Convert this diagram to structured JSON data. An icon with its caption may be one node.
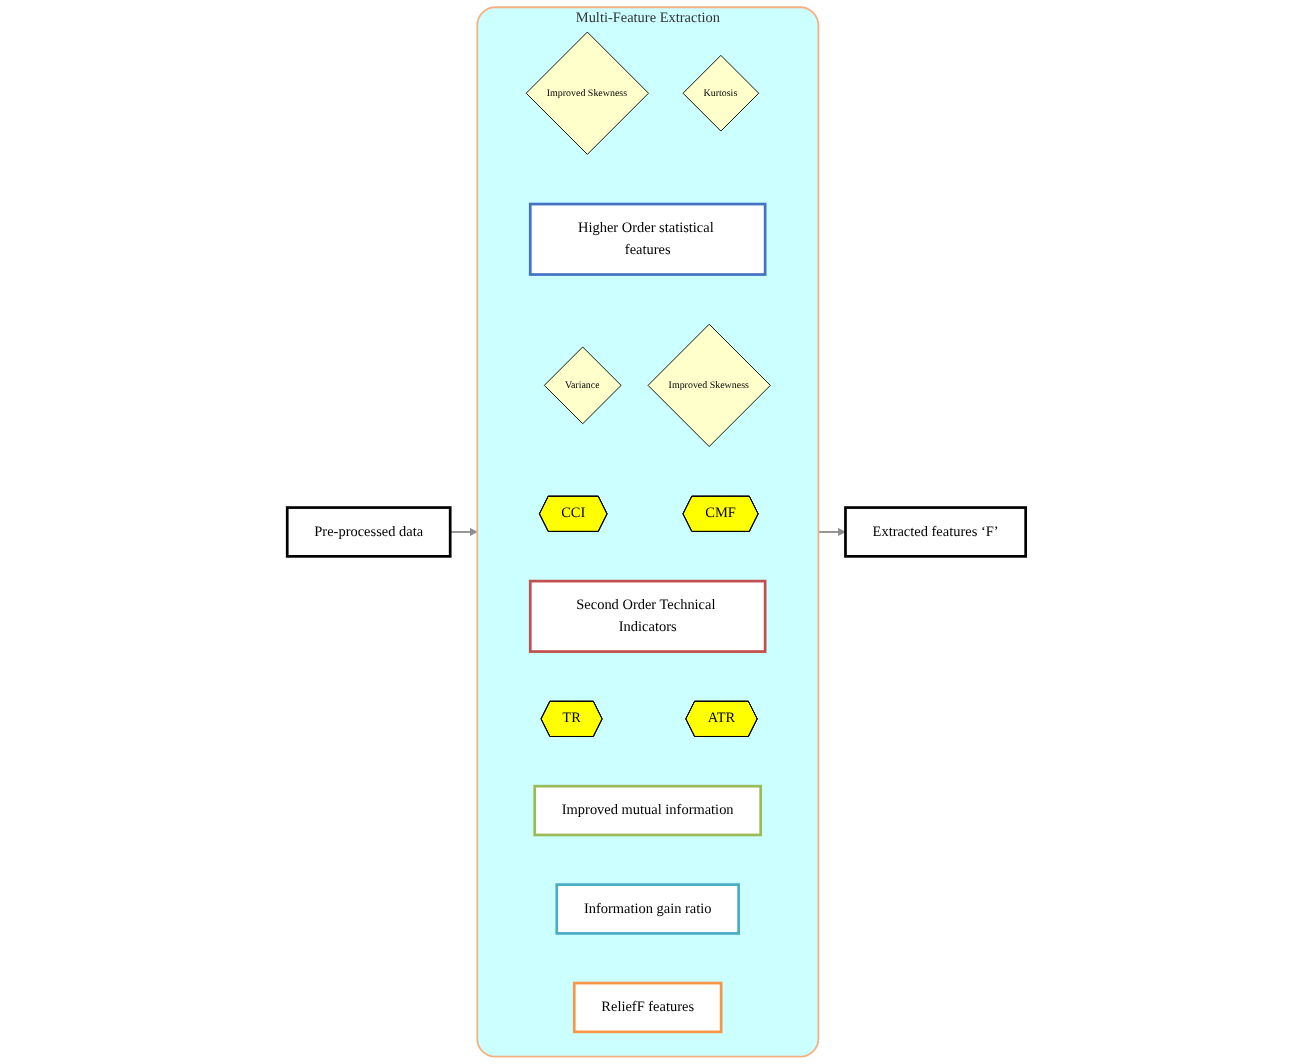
{
  "diagram": {
    "nodes": [
      {
        "text": [
          "Pre-processed data"
        ]
      },
      {
        "text": [
          "Multi-Feature Extraction"
        ]
      },
      {
        "text": [
          "Improved Skewness"
        ],
        "in": 1
      },
      {
        "text": [
          "Kurtosis"
        ],
        "in": 1
      },
      {
        "text": [
          "Higher Order statistical features"
        ],
        "in": 1
      },
      {
        "text": [
          "Variance"
        ],
        "in": 1
      },
      {
        "text": [
          "Improved Skewness"
        ],
        "in": 1
      },
      {
        "text": [
          "CCI"
        ],
        "in": 1
      },
      {
        "text": [
          "CMF"
        ],
        "in": 1
      },
      {
        "text": [
          "Second Order Technical Indicators"
        ],
        "in": 1
      },
      {
        "text": [
          "TR"
        ],
        "in": 1
      },
      {
        "text": [
          "ATR"
        ],
        "in": 1
      },
      {
        "text": [
          "Improved mutual information"
        ],
        "in": 1
      },
      {
        "text": [
          "Information gain ratio"
        ],
        "in": 1
      },
      {
        "text": [
          "ReliefF features"
        ],
        "in": 1
      },
      {
        "text": [
          "Extracted features ‘F’"
        ]
      }
    ],
    "edges": [
      {
        "from": 0,
        "to": 1,
        "arrow": "to"
      },
      {
        "from": 1,
        "to": 15,
        "arrow": "to"
      }
    ]
  }
}
